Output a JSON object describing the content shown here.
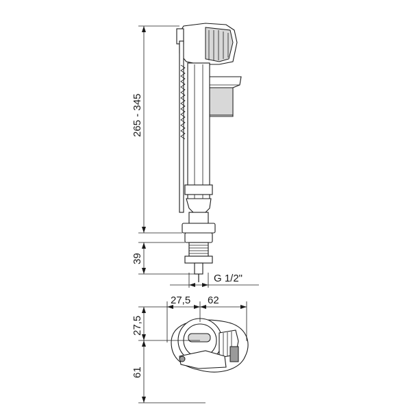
{
  "dimensions": {
    "total_height": "265 - 345",
    "lower_height": "39",
    "thread": "G 1/2\"",
    "width_a": "27,5",
    "width_b": "62",
    "depth_a": "27,5",
    "depth_b": "61"
  },
  "colors": {
    "line": "#1a1a1a",
    "shade": "#d8d8d8",
    "dark": "#9a9a9a"
  }
}
